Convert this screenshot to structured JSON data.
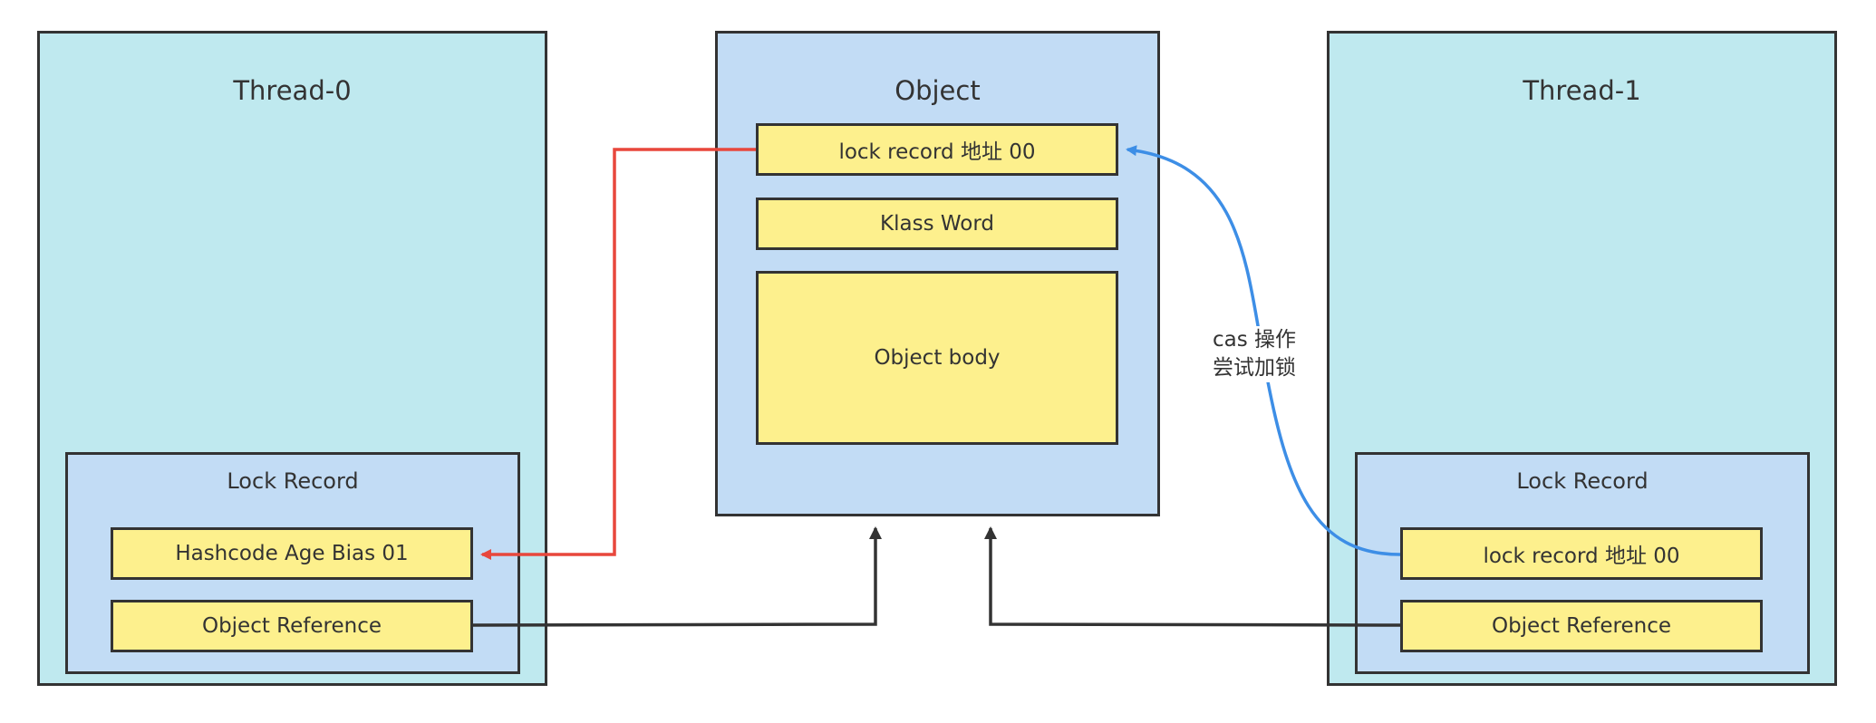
{
  "thread0": {
    "title": "Thread-0",
    "lock_record": {
      "title": "Lock Record",
      "field_1": "Hashcode Age Bias 01",
      "field_2": "Object Reference"
    }
  },
  "object": {
    "title": "Object",
    "mark_word": "lock record 地址 00",
    "klass_word": "Klass Word",
    "body": "Object body"
  },
  "thread1": {
    "title": "Thread-1",
    "lock_record": {
      "title": "Lock Record",
      "field_1": "lock record 地址 00",
      "field_2": "Object Reference"
    }
  },
  "cas_label": {
    "line1": "cas 操作",
    "line2": "尝试加锁"
  },
  "colors": {
    "thread_fill": "#bfe9ef",
    "object_fill": "#c2dcf5",
    "field_fill": "#fdf08d",
    "red_arrow": "#e8473c",
    "blue_arrow": "#3d8ee6",
    "dark_arrow": "#333333"
  }
}
